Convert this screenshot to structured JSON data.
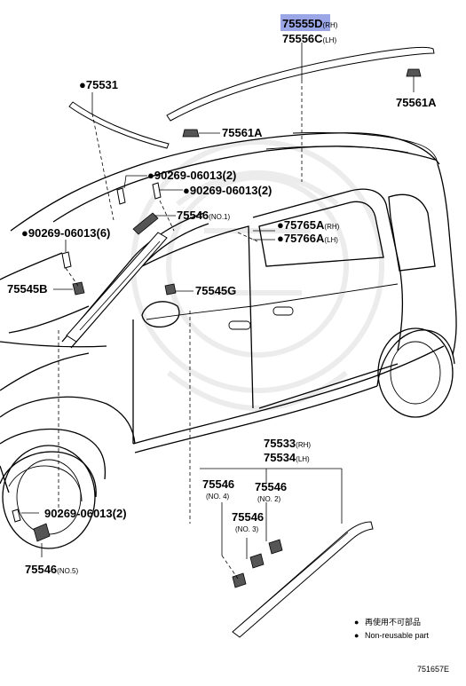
{
  "parts": {
    "p75555d": {
      "num": "75555D",
      "sfx": "(RH)"
    },
    "p75556c": {
      "num": "75556C",
      "sfx": "(LH)"
    },
    "p75561a_top": {
      "num": "75561A"
    },
    "p75531": {
      "dot": "●",
      "num": "75531"
    },
    "p75561a_mid": {
      "num": "75561A"
    },
    "p90269_a": {
      "dot": "●",
      "num": "90269-06013",
      "sfx": "(2)"
    },
    "p90269_b": {
      "dot": "●",
      "num": "90269-06013",
      "sfx": "(2)"
    },
    "p75546_no1": {
      "num": "75546",
      "sfx": "(NO.1)"
    },
    "p90269_c": {
      "dot": "●",
      "num": "90269-06013",
      "sfx": "(6)"
    },
    "p75765a": {
      "dot": "●",
      "num": "75765A",
      "sfx": "(RH)"
    },
    "p75766a": {
      "dot": "●",
      "num": "75766A",
      "sfx": "(LH)"
    },
    "p75545b": {
      "num": "75545B"
    },
    "p75545g": {
      "num": "75545G"
    },
    "p75533": {
      "num": "75533",
      "sfx": "(RH)"
    },
    "p75534": {
      "num": "75534",
      "sfx": "(LH)"
    },
    "p75546_no4": {
      "num": "75546",
      "sfx": "(NO. 4)"
    },
    "p75546_no2": {
      "num": "75546",
      "sfx": "(NO. 2)"
    },
    "p75546_no3": {
      "num": "75546",
      "sfx": "(NO. 3)"
    },
    "p90269_d": {
      "num": "90269-06013",
      "sfx": "(2)"
    },
    "p75546_no5": {
      "num": "75546",
      "sfx": "(NO.5)"
    }
  },
  "legend": {
    "dot": "●",
    "line1": "再使用不可部品",
    "line2": "Non-reusable part"
  },
  "diagram_code": "751657E",
  "colors": {
    "highlight": "#9aa6e6",
    "watermark": "#ececec"
  }
}
